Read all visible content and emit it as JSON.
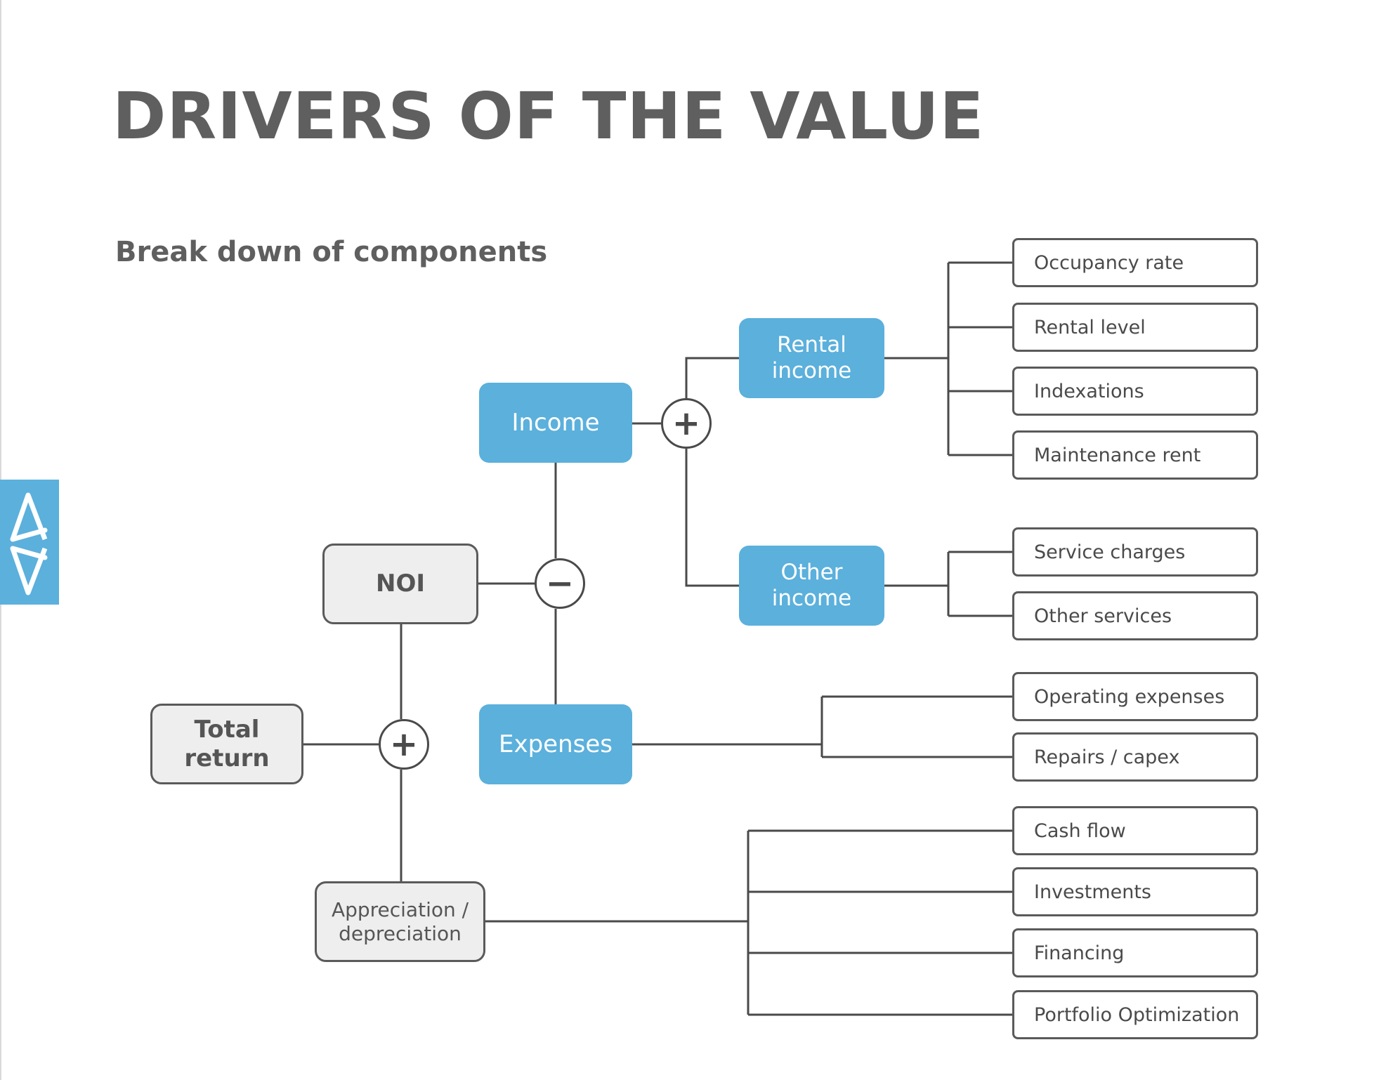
{
  "title": "DRIVERS OF THE VALUE",
  "subtitle": "Break down of components",
  "logo_icon": "aa-monogram-icon",
  "colors": {
    "accent": "#5bb0dc",
    "text": "#5f5f5f",
    "box_fill": "#eeeeee",
    "stroke": "#5a5a5a"
  },
  "nodes": {
    "total_return": "Total return",
    "noi": "NOI",
    "appreciation": "Appreciation / depreciation",
    "income": "Income",
    "expenses": "Expenses",
    "rental_income": "Rental income",
    "other_income": "Other income"
  },
  "operators": {
    "total_plus": "+",
    "noi_minus": "−",
    "income_plus": "+"
  },
  "leaves": {
    "rental": [
      "Occupancy rate",
      "Rental level",
      "Indexations",
      "Maintenance rent"
    ],
    "other": [
      "Service charges",
      "Other services"
    ],
    "expenses": [
      "Operating expenses",
      "Repairs / capex"
    ],
    "appreciation": [
      "Cash flow",
      "Investments",
      "Financing",
      "Portfolio Optimization"
    ]
  }
}
